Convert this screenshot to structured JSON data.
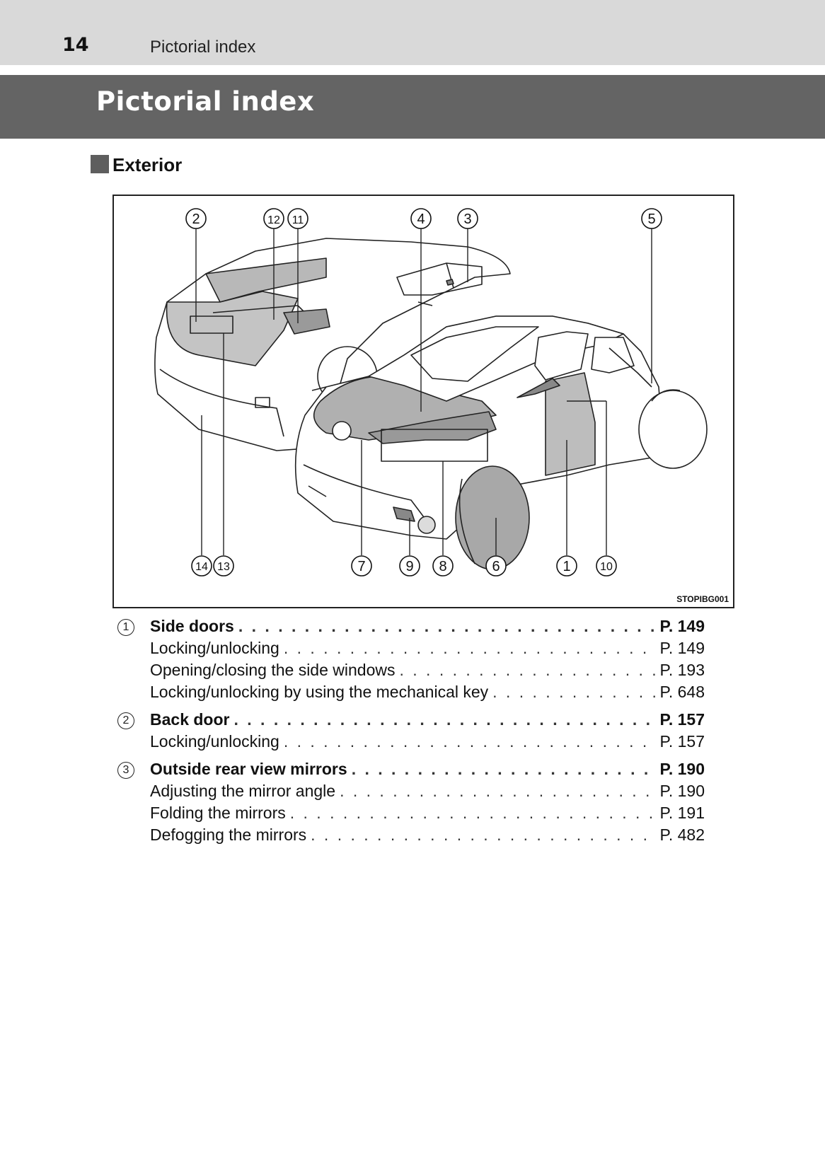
{
  "header": {
    "page_number": "14",
    "running_title": "Pictorial index"
  },
  "title": "Pictorial index",
  "section": "Exterior",
  "figure": {
    "code": "STOPIBG001",
    "callouts": [
      "2",
      "12",
      "11",
      "4",
      "3",
      "5",
      "14",
      "13",
      "7",
      "9",
      "8",
      "6",
      "1",
      "10"
    ]
  },
  "entries": [
    {
      "num": "1",
      "label": "Side doors",
      "page": "P. 149",
      "subs": [
        {
          "label": "Locking/unlocking",
          "page": "P. 149"
        },
        {
          "label": "Opening/closing the side windows",
          "page": "P. 193"
        },
        {
          "label": "Locking/unlocking by using the mechanical key",
          "page": "P. 648"
        }
      ]
    },
    {
      "num": "2",
      "label": "Back door",
      "page": "P. 157",
      "subs": [
        {
          "label": "Locking/unlocking",
          "page": "P. 157"
        }
      ]
    },
    {
      "num": "3",
      "label": "Outside rear view mirrors",
      "page": "P. 190",
      "subs": [
        {
          "label": "Adjusting the mirror angle",
          "page": "P. 190"
        },
        {
          "label": "Folding the mirrors",
          "page": "P. 191"
        },
        {
          "label": "Defogging the mirrors",
          "page": "P. 482"
        }
      ]
    }
  ]
}
